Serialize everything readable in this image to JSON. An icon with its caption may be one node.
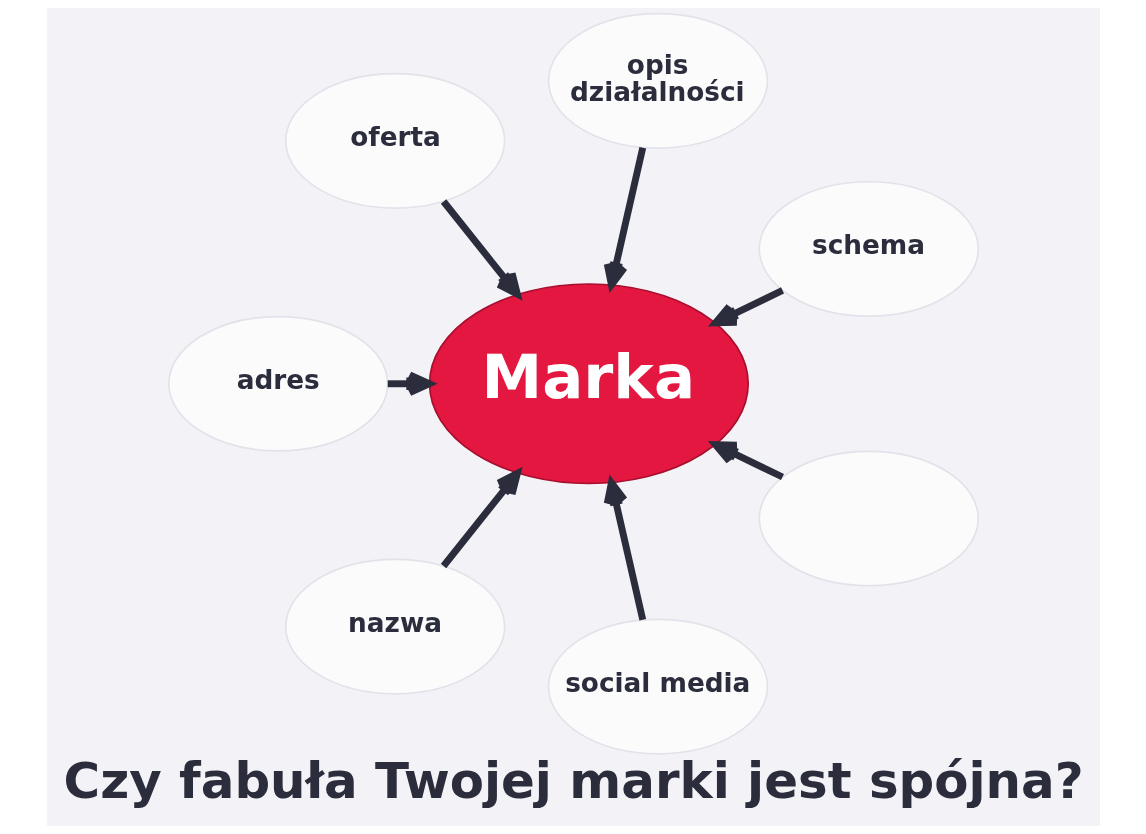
{
  "diagram": {
    "caption": "Czy fabuła Twojej marki jest spójna?",
    "nodes": [
      {
        "text": [
          "opis działalności"
        ]
      },
      {
        "text": [
          "oferta"
        ]
      },
      {
        "text": [
          "schema"
        ]
      },
      {
        "text": [
          "adres"
        ]
      },
      {
        "text": [
          "Marka"
        ]
      },
      {
        "text": [],
        "shape": "ellipse"
      },
      {
        "text": [
          "nazwa"
        ]
      },
      {
        "text": [
          "social media"
        ]
      }
    ],
    "edges": [
      {
        "from": 0,
        "to": 4,
        "arrow": "to"
      },
      {
        "from": 1,
        "to": 4,
        "arrow": "to"
      },
      {
        "from": 2,
        "to": 4,
        "arrow": "to"
      },
      {
        "from": 3,
        "to": 4,
        "arrow": "to"
      },
      {
        "from": 5,
        "to": 4,
        "arrow": "to"
      },
      {
        "from": 6,
        "to": 4,
        "arrow": "to"
      },
      {
        "from": 7,
        "to": 4,
        "arrow": "to"
      }
    ]
  }
}
